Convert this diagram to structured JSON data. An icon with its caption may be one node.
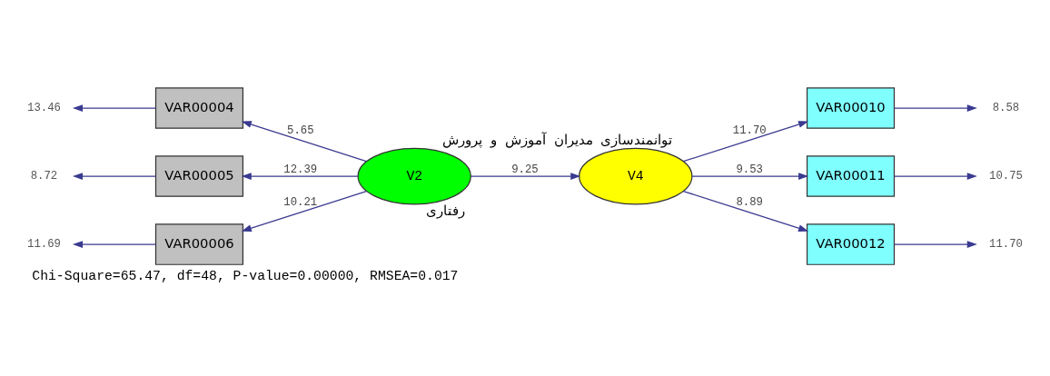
{
  "diagram": {
    "caption": "Chi-Square=65.47, df=48, P-value=0.00000, RMSEA=0.017",
    "nodes": [
      {
        "text": [
          "13.46"
        ]
      },
      {
        "text": [
          "VAR00004"
        ]
      },
      {
        "text": [
          "8.72"
        ]
      },
      {
        "text": [
          "VAR00005"
        ]
      },
      {
        "text": [
          "11.69"
        ]
      },
      {
        "text": [
          "VAR00006"
        ]
      },
      {
        "text": [
          "V2"
        ],
        "beside": [
          "رفتاری"
        ]
      },
      {
        "text": [
          "V4"
        ],
        "beside": [
          "توانمندسازی مدیران آموزش و پرورش"
        ]
      },
      {
        "text": [
          "VAR00010"
        ]
      },
      {
        "text": [
          "8.58"
        ]
      },
      {
        "text": [
          "VAR00011"
        ]
      },
      {
        "text": [
          "10.75"
        ]
      },
      {
        "text": [
          "VAR00012"
        ]
      },
      {
        "text": [
          "11.70"
        ]
      }
    ],
    "edges": [
      {
        "from": 1,
        "to": 0,
        "arrow": "to"
      },
      {
        "from": 3,
        "to": 2,
        "arrow": "to"
      },
      {
        "from": 5,
        "to": 4,
        "arrow": "to"
      },
      {
        "from": 6,
        "to": 1,
        "arrow": "to",
        "label": "5.65"
      },
      {
        "from": 6,
        "to": 3,
        "arrow": "to",
        "label": "12.39"
      },
      {
        "from": 6,
        "to": 5,
        "arrow": "to",
        "label": "10.21"
      },
      {
        "from": 6,
        "to": 7,
        "arrow": "to",
        "label": "9.25"
      },
      {
        "from": 7,
        "to": 8,
        "arrow": "to",
        "label": "11.70"
      },
      {
        "from": 7,
        "to": 10,
        "arrow": "to",
        "label": "9.53"
      },
      {
        "from": 7,
        "to": 12,
        "arrow": "to",
        "label": "8.89"
      },
      {
        "from": 8,
        "to": 9,
        "arrow": "to"
      },
      {
        "from": 10,
        "to": 11,
        "arrow": "to"
      },
      {
        "from": 12,
        "to": 13,
        "arrow": "to"
      }
    ]
  }
}
